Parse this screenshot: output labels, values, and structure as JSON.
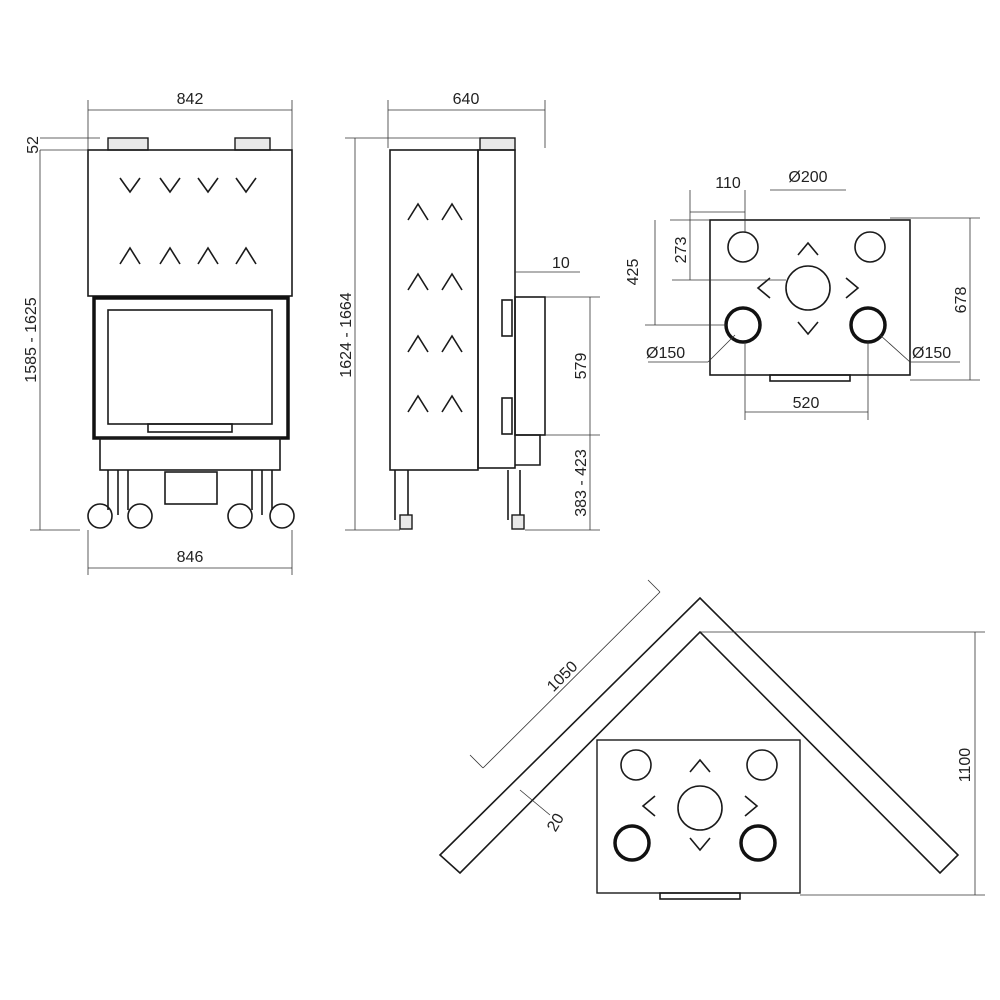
{
  "front_view": {
    "width_top": "842",
    "cap_height": "52",
    "height_range": "1585 - 1625",
    "width_bottom": "846"
  },
  "side_view": {
    "depth": "640",
    "height_range": "1624 - 1664",
    "offset": "10",
    "door_height": "579",
    "leg_height_range": "383 - 423"
  },
  "top_view": {
    "spacing": "110",
    "outlet_diameter": "Ø200",
    "depth_inner": "273",
    "depth_outer": "425",
    "total_depth": "678",
    "side_outlet_left": "Ø150",
    "side_outlet_right": "Ø150",
    "outlet_spacing": "520"
  },
  "corner_view": {
    "wall_length": "1050",
    "gap": "20",
    "depth": "1100"
  }
}
